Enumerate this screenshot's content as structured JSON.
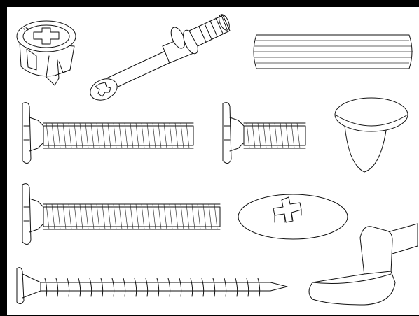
{
  "page": {
    "background": "#ffffff",
    "border_color": "#000000"
  },
  "illustration": {
    "line_color": "#111111",
    "parts": [
      {
        "name": "cam-lock",
        "engraving": "15"
      },
      {
        "name": "cam-bolt-connector"
      },
      {
        "name": "fluted-wood-dowel"
      },
      {
        "name": "wafer-head-screw-medium"
      },
      {
        "name": "wafer-head-screw-short"
      },
      {
        "name": "mushroom-bumper-plug"
      },
      {
        "name": "wafer-head-screw-long"
      },
      {
        "name": "cover-cap-disc"
      },
      {
        "name": "shelf-support-pin"
      },
      {
        "name": "drywall-screw"
      }
    ]
  }
}
